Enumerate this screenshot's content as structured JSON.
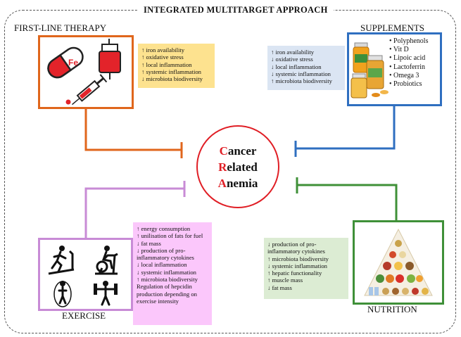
{
  "title": "INTEGRATED MULTITARGET APPROACH",
  "center": {
    "line1_initial": "C",
    "line1_rest": "ancer",
    "line2_initial": "R",
    "line2_rest": "elated",
    "line3_initial": "A",
    "line3_rest": "nemia"
  },
  "first_line": {
    "title": "FIRST-LINE THERAPY",
    "pill_label": "Fe",
    "effects": [
      "↑ iron availability",
      "↑ oxidative stress",
      "↑ local inflammation",
      "↑ systemic inflammation",
      "↓ microbiota biodiversity"
    ]
  },
  "supplements": {
    "title": "SUPPLEMENTS",
    "effects": [
      "↑ iron availability",
      "↓ oxidative stress",
      "↓ local inflammation",
      "↓ systemic inflammation",
      "↑ microbiota biodiversity"
    ],
    "items": [
      "Polyphenols",
      "Vit D",
      "Lipoic acid",
      "Lactoferrin",
      "Omega 3",
      "Probiotics"
    ]
  },
  "exercise": {
    "title": "EXERCISE",
    "effects": [
      "↑ energy consumption",
      "↑ unilisation of fats for fuel",
      "↓ fat mass",
      "↓ production of pro-inflammatory cytokines",
      "↓ local inflammation",
      "↓ systemic inflammation",
      "↑ microbiota biodiversity",
      "Regulation of hepcidin production depending on exercise intensity"
    ]
  },
  "nutrition": {
    "title": "NUTRITION",
    "effects": [
      "↓ production of pro-inflammatory cytokines",
      "↑ microbiota biodiversity",
      "↓ systemic inflammation",
      "↑ hepatic functionality",
      "↑ muscle mass",
      "↓ fat mass"
    ]
  },
  "colors": {
    "first_line": "#e0661c",
    "supplements": "#2f6fc0",
    "exercise": "#c88bd6",
    "nutrition": "#3f9038",
    "center": "#e01e25",
    "first_line_bg": "#fde28f",
    "supplements_bg": "#dbe5f3",
    "exercise_bg": "#fbc7fb",
    "nutrition_bg": "#dcecd3"
  }
}
